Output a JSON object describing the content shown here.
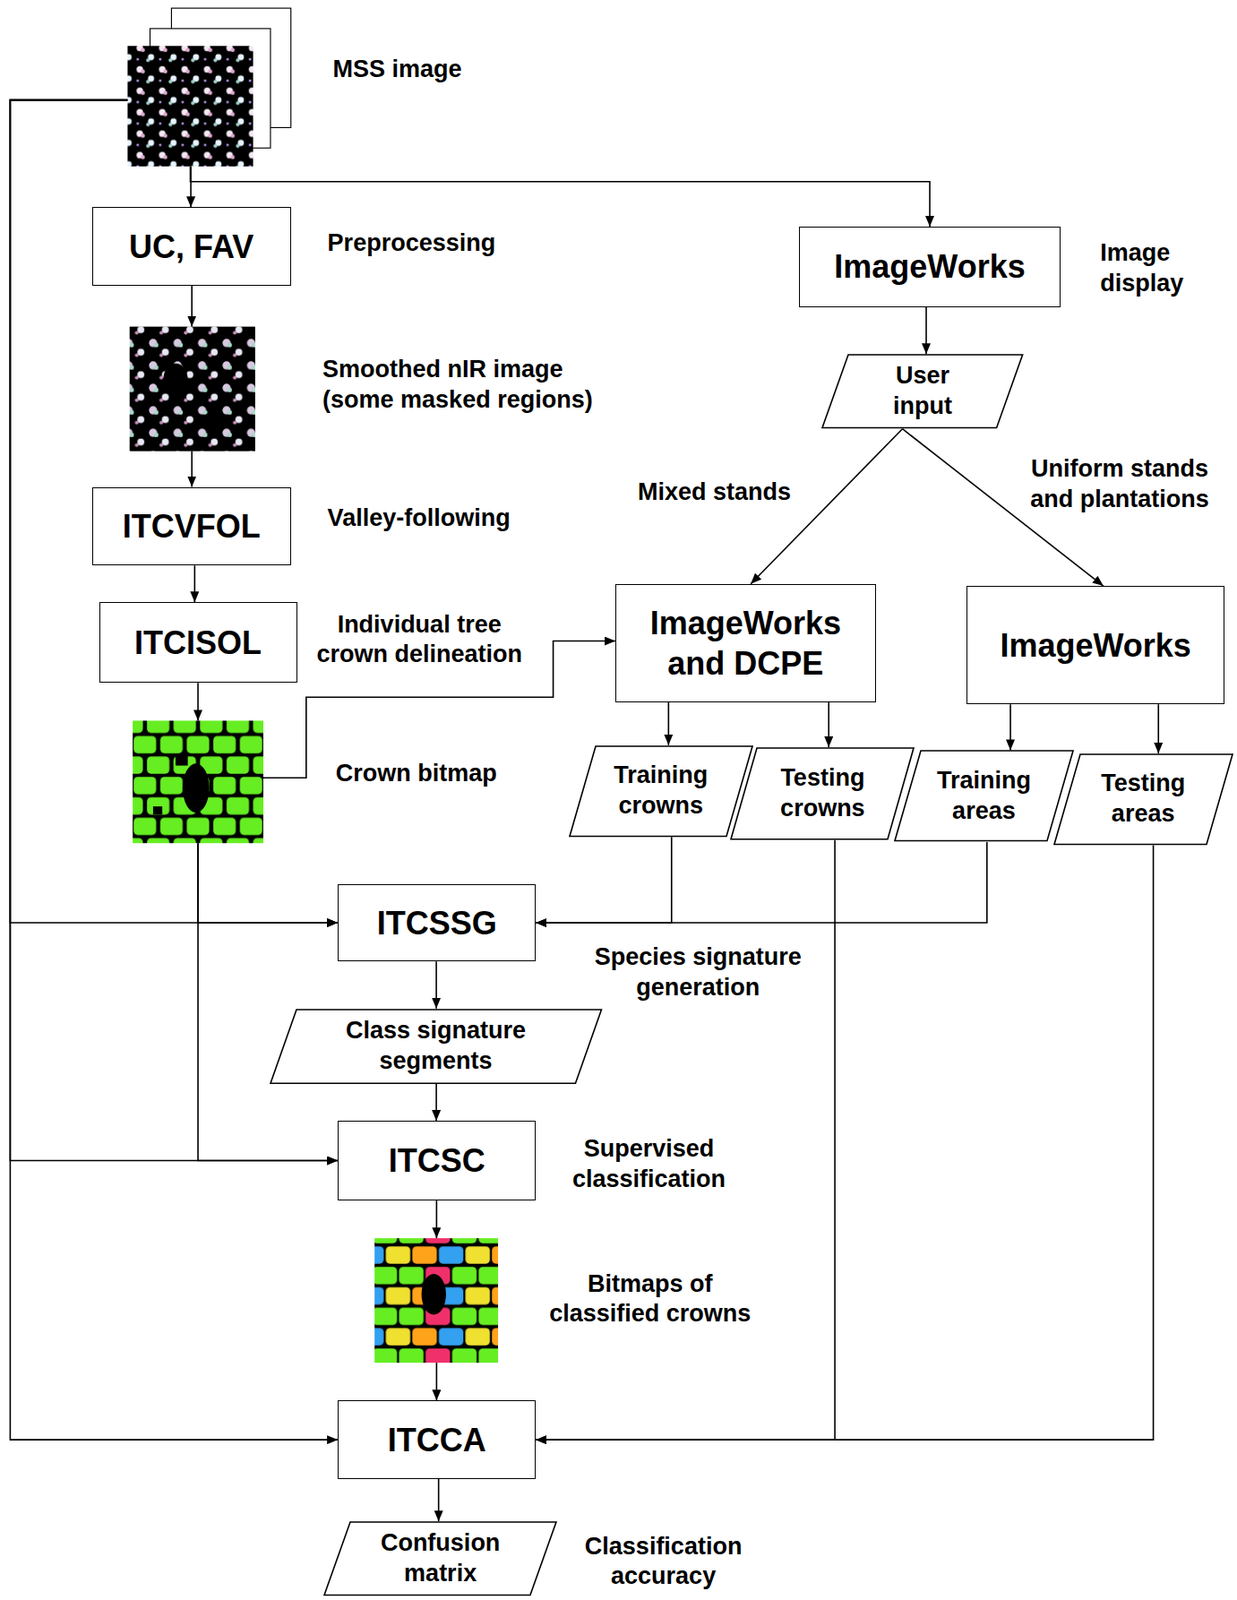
{
  "diagram": {
    "nodes": [
      {
        "text": [
          "MSS image"
        ]
      },
      {
        "text": [
          "UC, FAV",
          "Preprocessing"
        ]
      },
      {
        "text": [
          "ImageWorks",
          "Image display"
        ]
      },
      {
        "text": [
          "Smoothed nIR image (some masked regions)"
        ]
      },
      {
        "text": [
          "User input"
        ]
      },
      {
        "text": [
          "ITCVFOL",
          "Valley-following"
        ]
      },
      {
        "text": [
          "ITCISOL",
          "Individual tree crown delineation"
        ]
      },
      {
        "text": [
          "ImageWorks and DCPE"
        ]
      },
      {
        "text": [
          "ImageWorks"
        ]
      },
      {
        "text": [
          "Crown bitmap"
        ]
      },
      {
        "text": [
          "Training crowns"
        ]
      },
      {
        "text": [
          "Testing crowns"
        ]
      },
      {
        "text": [
          "Training areas"
        ]
      },
      {
        "text": [
          "Testing areas"
        ]
      },
      {
        "text": [
          "ITCSSG",
          "Species signature generation"
        ]
      },
      {
        "text": [
          "Class signature segments"
        ]
      },
      {
        "text": [
          "ITCSC",
          "Supervised classification"
        ]
      },
      {
        "text": [
          "Bitmaps of classified crowns"
        ]
      },
      {
        "text": [
          "ITCCA"
        ]
      },
      {
        "text": [
          "Confusion matrix",
          "Classification accuracy"
        ]
      }
    ],
    "edges": [
      {
        "from": 0,
        "to": 1,
        "arrow": "to"
      },
      {
        "from": 0,
        "to": 2,
        "arrow": "to"
      },
      {
        "from": 1,
        "to": 3,
        "arrow": "to"
      },
      {
        "from": 3,
        "to": 5,
        "arrow": "to"
      },
      {
        "from": 5,
        "to": 6,
        "arrow": "to"
      },
      {
        "from": 6,
        "to": 9,
        "arrow": "to"
      },
      {
        "from": 2,
        "to": 4,
        "arrow": "to"
      },
      {
        "from": 4,
        "to": 7,
        "label": "Mixed stands",
        "arrow": "to"
      },
      {
        "from": 4,
        "to": 8,
        "label": "Uniform stands and plantations",
        "arrow": "to"
      },
      {
        "from": 9,
        "to": 7,
        "arrow": "to"
      },
      {
        "from": 7,
        "to": 10,
        "arrow": "to"
      },
      {
        "from": 7,
        "to": 11,
        "arrow": "to"
      },
      {
        "from": 8,
        "to": 12,
        "arrow": "to"
      },
      {
        "from": 8,
        "to": 13,
        "arrow": "to"
      },
      {
        "from": 9,
        "to": 14,
        "arrow": "to"
      },
      {
        "from": 10,
        "to": 14,
        "arrow": "to"
      },
      {
        "from": 12,
        "to": 14,
        "arrow": "to"
      },
      {
        "from": 0,
        "to": 14,
        "arrow": "to"
      },
      {
        "from": 14,
        "to": 15,
        "arrow": "to"
      },
      {
        "from": 15,
        "to": 16,
        "arrow": "to"
      },
      {
        "from": 9,
        "to": 16,
        "arrow": "to"
      },
      {
        "from": 0,
        "to": 16,
        "arrow": "to"
      },
      {
        "from": 16,
        "to": 17,
        "arrow": "to"
      },
      {
        "from": 17,
        "to": 18,
        "arrow": "to"
      },
      {
        "from": 11,
        "to": 18,
        "arrow": "to"
      },
      {
        "from": 13,
        "to": 18,
        "arrow": "to"
      },
      {
        "from": 0,
        "to": 18,
        "arrow": "to"
      },
      {
        "from": 18,
        "to": 19,
        "arrow": "to"
      }
    ]
  }
}
